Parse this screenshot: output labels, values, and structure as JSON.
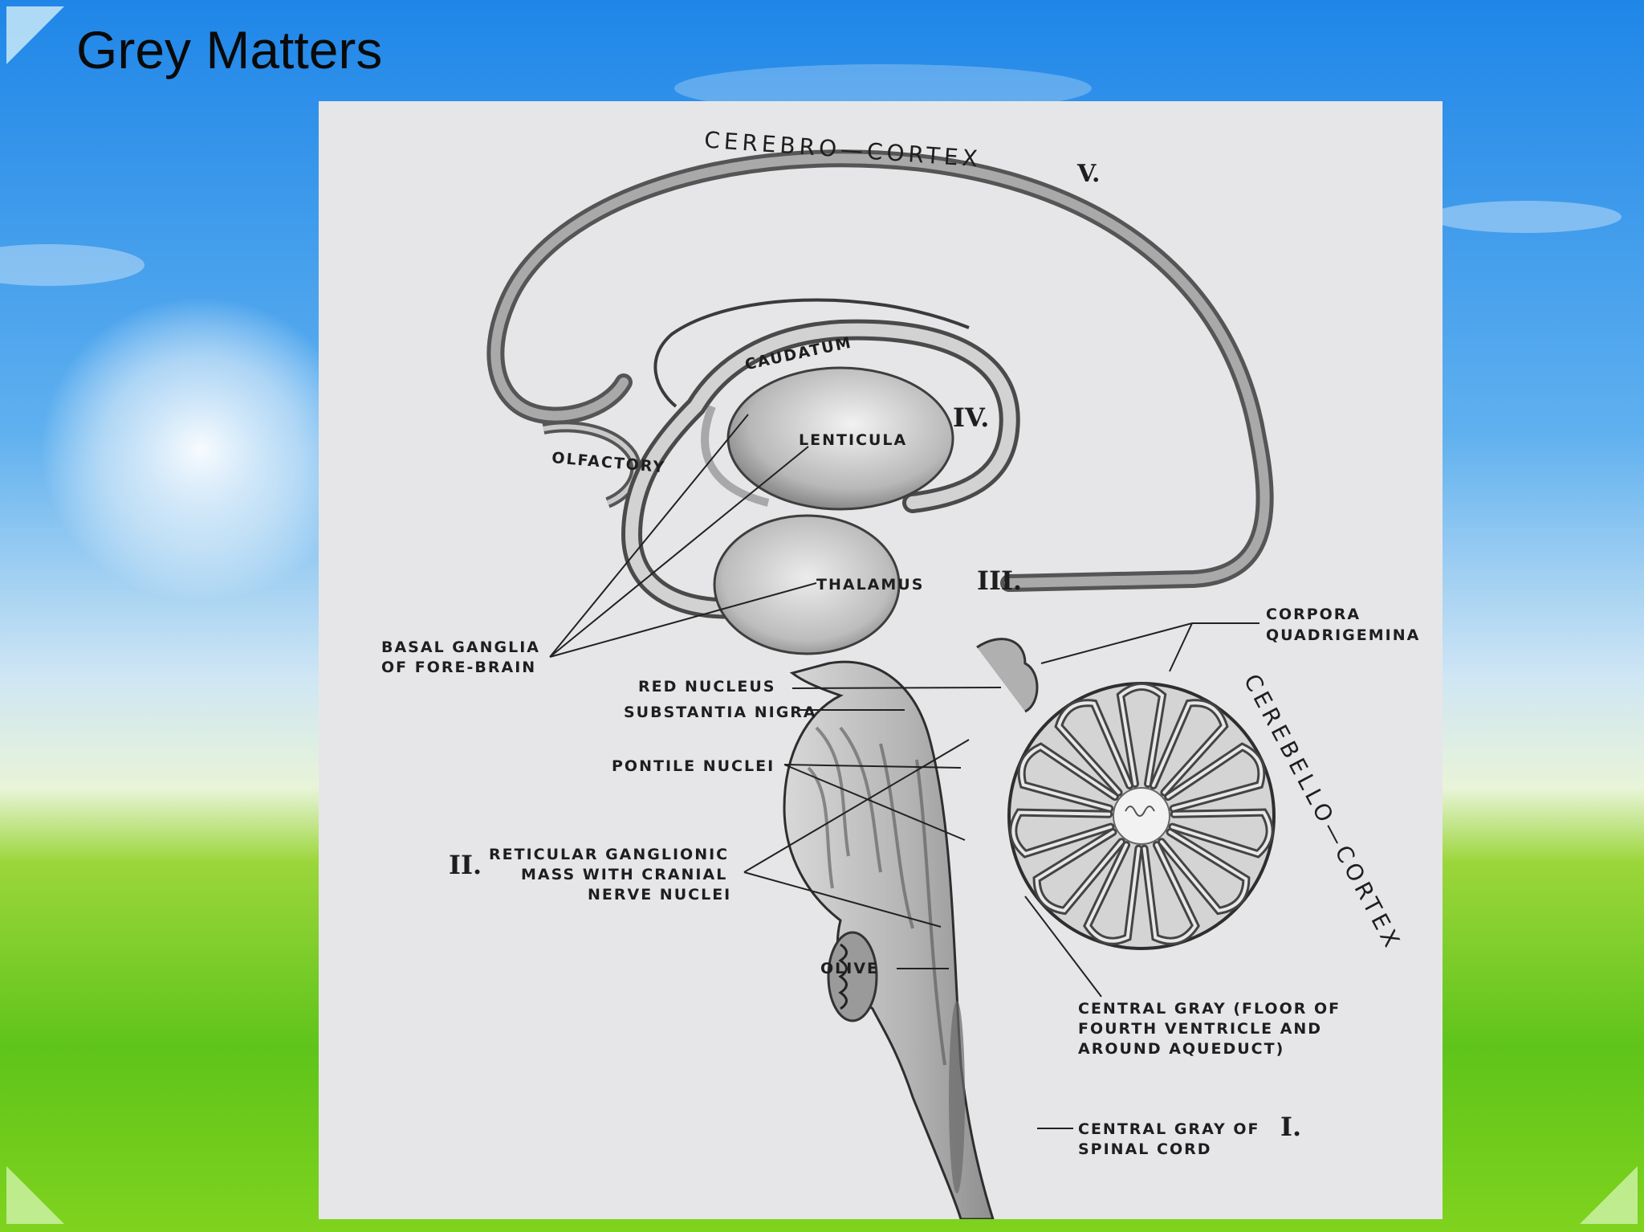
{
  "slide": {
    "title": "Grey Matters"
  },
  "diagram": {
    "labels": {
      "cerebro_cortex": "CEREBRO—CORTEX",
      "roman_v": "V.",
      "caudatum": "CAUDATUM",
      "lenticula": "LENTICULA",
      "roman_iv": "IV.",
      "olfactory": "OLFACTORY",
      "thalamus": "THALAMUS",
      "roman_iii": "III.",
      "corpora_quadrigemina_1": "CORPORA",
      "corpora_quadrigemina_2": "QUADRIGEMINA",
      "basal_ganglia_1": "BASAL GANGLIA",
      "basal_ganglia_2": "OF FORE-BRAIN",
      "red_nucleus": "RED NUCLEUS",
      "substantia_nigra": "SUBSTANTIA NIGRA",
      "pontile_nuclei": "PONTILE NUCLEI",
      "roman_ii": "II.",
      "reticular_1": "RETICULAR GANGLIONIC",
      "reticular_2": "MASS WITH CRANIAL",
      "reticular_3": "NERVE NUCLEI",
      "cerebello_cortex": "CEREBELLO—CORTEX",
      "olive": "OLIVE",
      "central_gray_1": "CENTRAL GRAY (FLOOR OF",
      "central_gray_2": "FOURTH VENTRICLE AND",
      "central_gray_3": "AROUND AQUEDUCT)",
      "central_gray_spinal_1": "CENTRAL GRAY OF",
      "roman_i": "I.",
      "central_gray_spinal_2": "SPINAL CORD"
    }
  }
}
